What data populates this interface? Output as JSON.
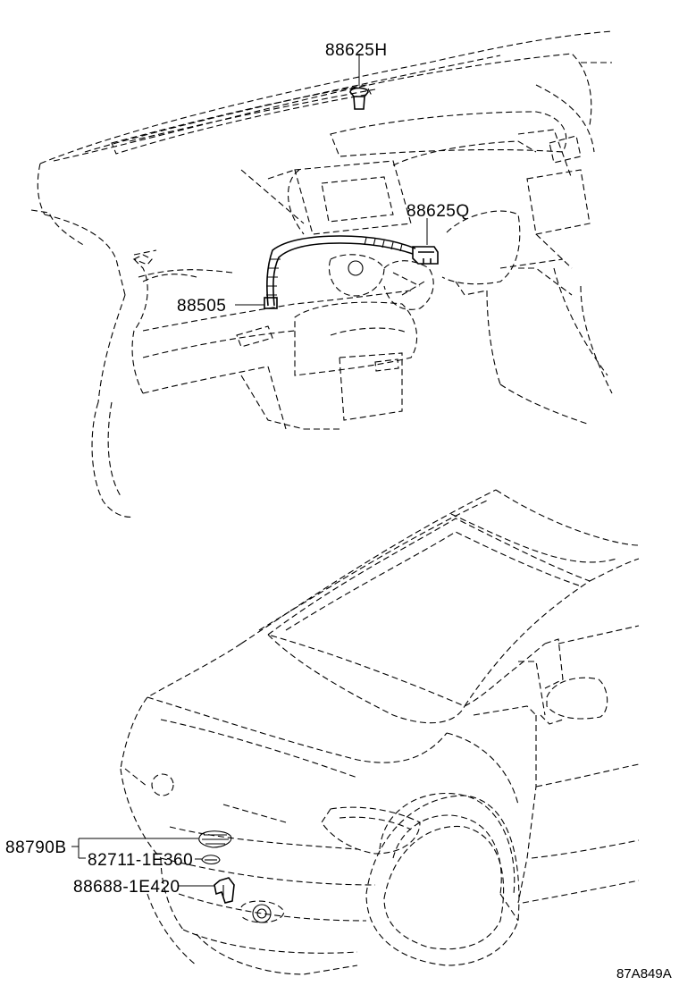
{
  "diagram": {
    "drawing_code": "87A849A",
    "parts": {
      "p1": "88625H",
      "p2": "88625Q",
      "p3": "88505",
      "p4": "88790B",
      "p5": "82711-1E360",
      "p6": "88688-1E420"
    }
  }
}
